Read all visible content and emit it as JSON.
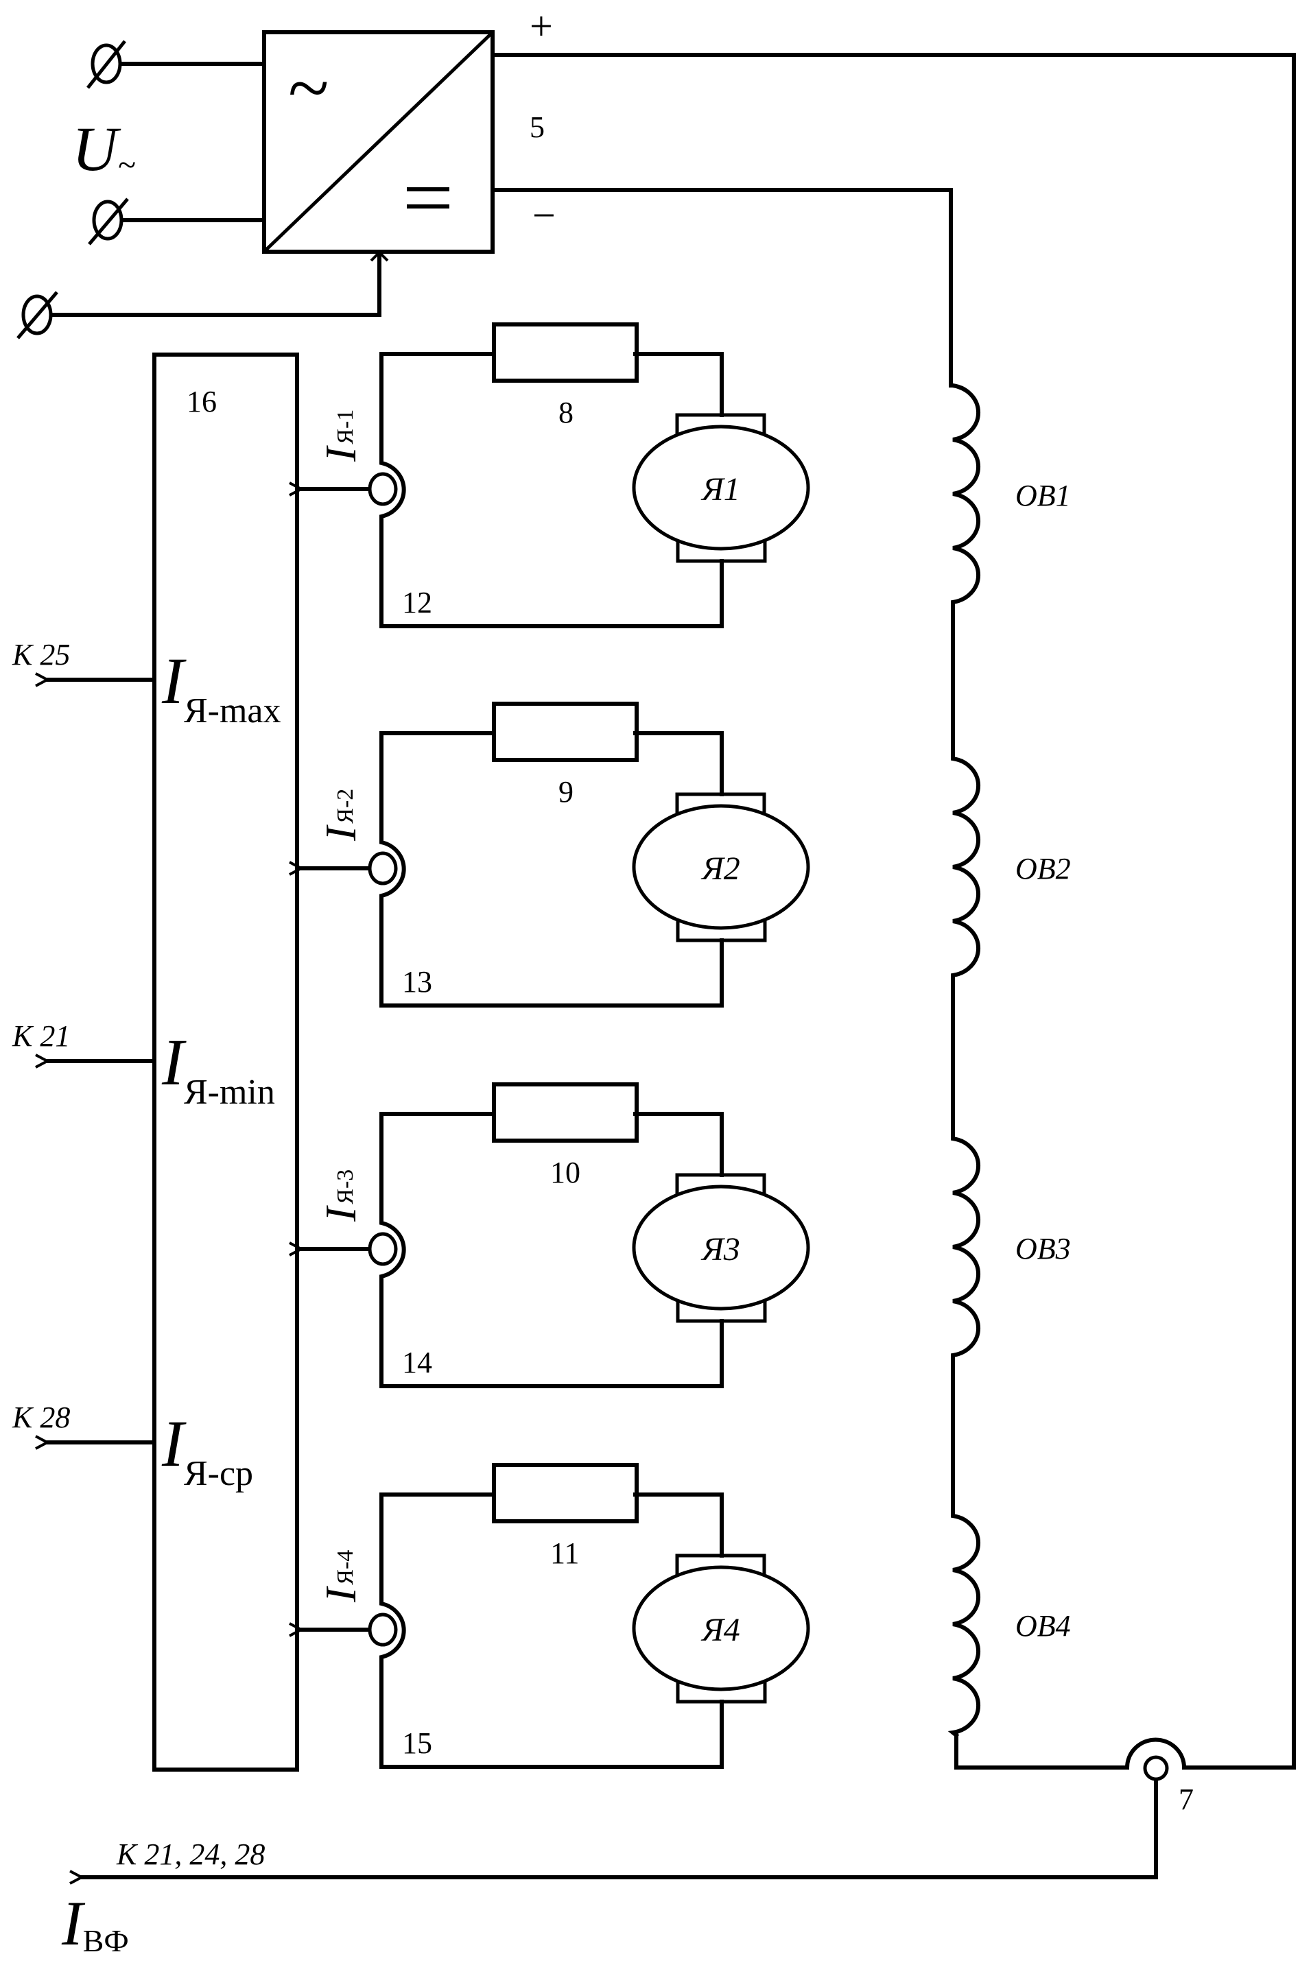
{
  "diagram": {
    "title": "",
    "source": {
      "id": "5",
      "input_label": "U",
      "input_subscript": "~",
      "ac_symbol": "~",
      "dc_symbol": "=",
      "plus_label": "+",
      "minus_label": "−",
      "terminal_icon": "terminal-crossed-circle-icon"
    },
    "measurement_block": {
      "id": "16",
      "outputs": [
        {
          "symbol": "I",
          "subscript": "Я-max",
          "target": "K 25"
        },
        {
          "symbol": "I",
          "subscript": "Я-min",
          "target": "K 21"
        },
        {
          "symbol": "I",
          "subscript": "Я-ср",
          "target": "K 28"
        }
      ]
    },
    "armature_circuits": [
      {
        "resistor": "8",
        "sensor": "12",
        "motor": "Я1",
        "current_symbol": "I",
        "current_subscript": "Я-1"
      },
      {
        "resistor": "9",
        "sensor": "13",
        "motor": "Я2",
        "current_symbol": "I",
        "current_subscript": "Я-2"
      },
      {
        "resistor": "10",
        "sensor": "14",
        "motor": "Я3",
        "current_symbol": "I",
        "current_subscript": "Я-3"
      },
      {
        "resistor": "11",
        "sensor": "15",
        "motor": "Я4",
        "current_symbol": "I",
        "current_subscript": "Я-4"
      }
    ],
    "field_windings": [
      "OB1",
      "OB2",
      "OB3",
      "OB4"
    ],
    "field_sensor": {
      "id": "7",
      "target": "K 21, 24, 28",
      "symbol": "I",
      "subscript": "ВФ"
    }
  }
}
